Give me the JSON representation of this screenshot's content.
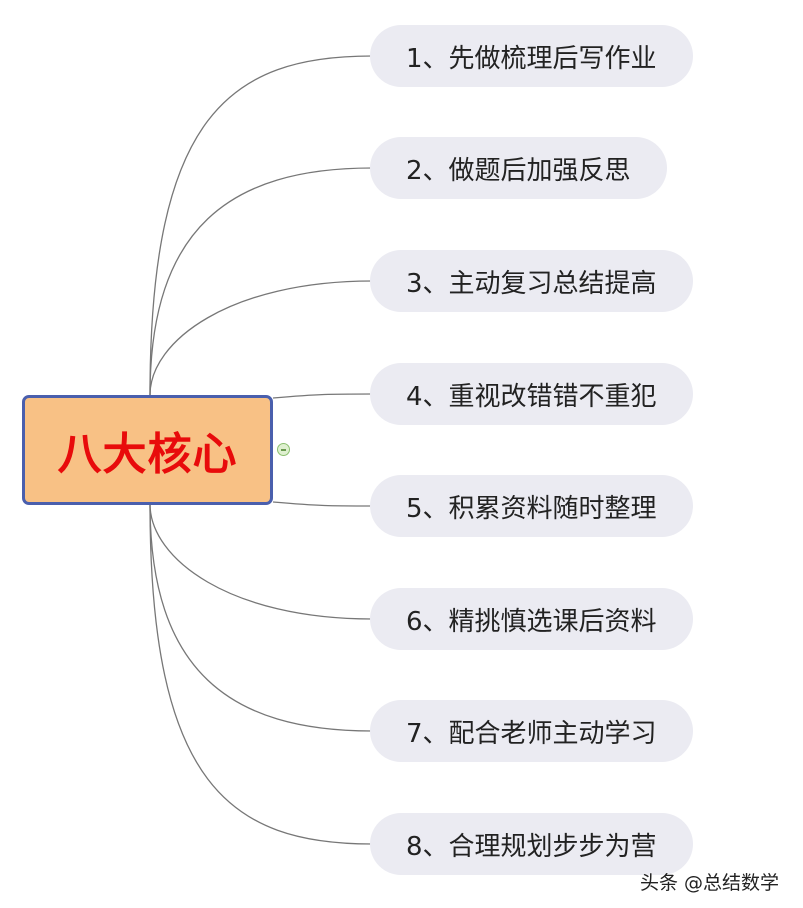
{
  "central": {
    "label": "八大核心"
  },
  "topics": [
    {
      "label": "1、先做梳理后写作业"
    },
    {
      "label": "2、做题后加强反思"
    },
    {
      "label": "3、主动复习总结提高"
    },
    {
      "label": "4、重视改错错不重犯"
    },
    {
      "label": "5、积累资料随时整理"
    },
    {
      "label": "6、精挑慎选课后资料"
    },
    {
      "label": "7、配合老师主动学习"
    },
    {
      "label": "8、合理规划步步为营"
    }
  ],
  "watermark": "头条 @总结数学",
  "colors": {
    "central_fill": "#f8c185",
    "central_border": "#4a5fad",
    "central_text": "#e80b0b",
    "topic_fill": "#ebebf2",
    "line": "#777777"
  }
}
